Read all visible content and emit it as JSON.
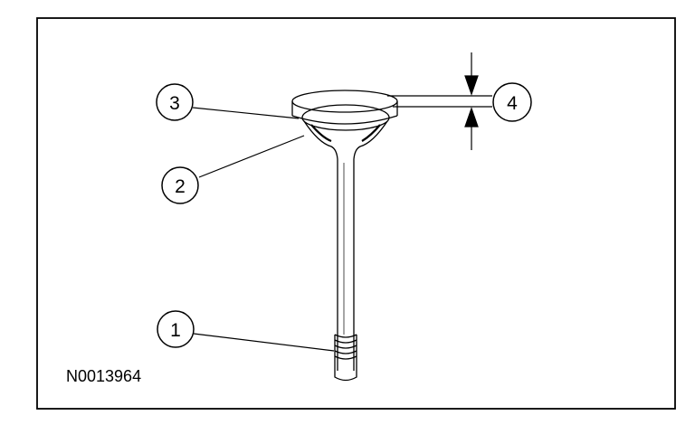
{
  "figure": {
    "id_label": "N0013964"
  },
  "callouts": [
    {
      "number": "1",
      "part": "valve stem tip grooves"
    },
    {
      "number": "2",
      "part": "valve face"
    },
    {
      "number": "3",
      "part": "valve head margin"
    },
    {
      "number": "4",
      "part": "margin thickness dimension"
    }
  ],
  "colors": {
    "line": "#000000",
    "background": "#ffffff"
  }
}
